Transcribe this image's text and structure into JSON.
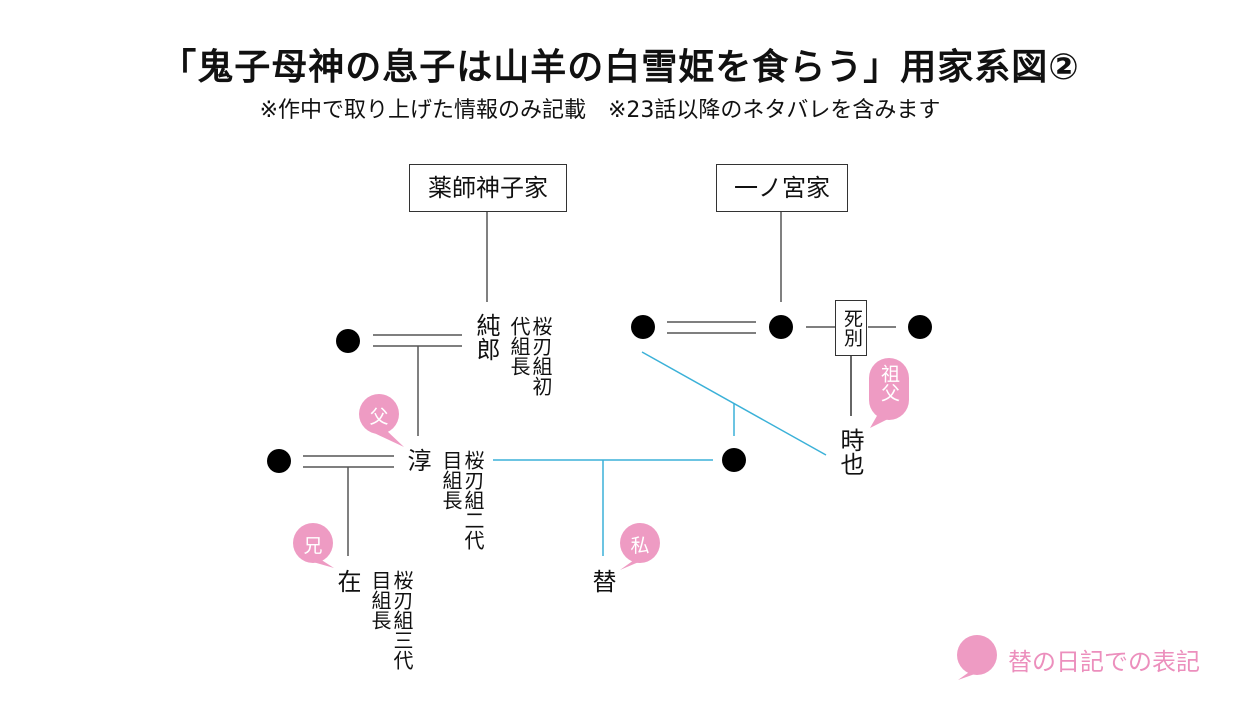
{
  "header": {
    "title": "「鬼子母神の息子は山羊の白雪姫を食らう」用家系図②",
    "subtitle": "※作中で取り上げた情報のみ記載　※23話以降のネタバレを含みます"
  },
  "colors": {
    "line": "#555555",
    "accent_line": "#3bb1d8",
    "bubble": "#ee9bc3",
    "dot": "#000000"
  },
  "families": [
    {
      "id": "yakushijinko",
      "label": "薬師神子家"
    },
    {
      "id": "ichinomiya",
      "label": "一ノ宮家"
    }
  ],
  "people": {
    "junro": {
      "name": "純郎",
      "role": "桜刃組初代組長"
    },
    "jun": {
      "name": "淳",
      "role": "桜刃組二代目組長",
      "tag": "父"
    },
    "zai": {
      "name": "在",
      "role": "桜刃組三代目組長",
      "tag": "兄"
    },
    "tai": {
      "name": "替",
      "tag": "私"
    },
    "tokiya": {
      "name": "時也",
      "tag": "祖父"
    }
  },
  "relations": {
    "separation_label": "死別"
  },
  "legend": {
    "label": "替の日記での表記"
  }
}
